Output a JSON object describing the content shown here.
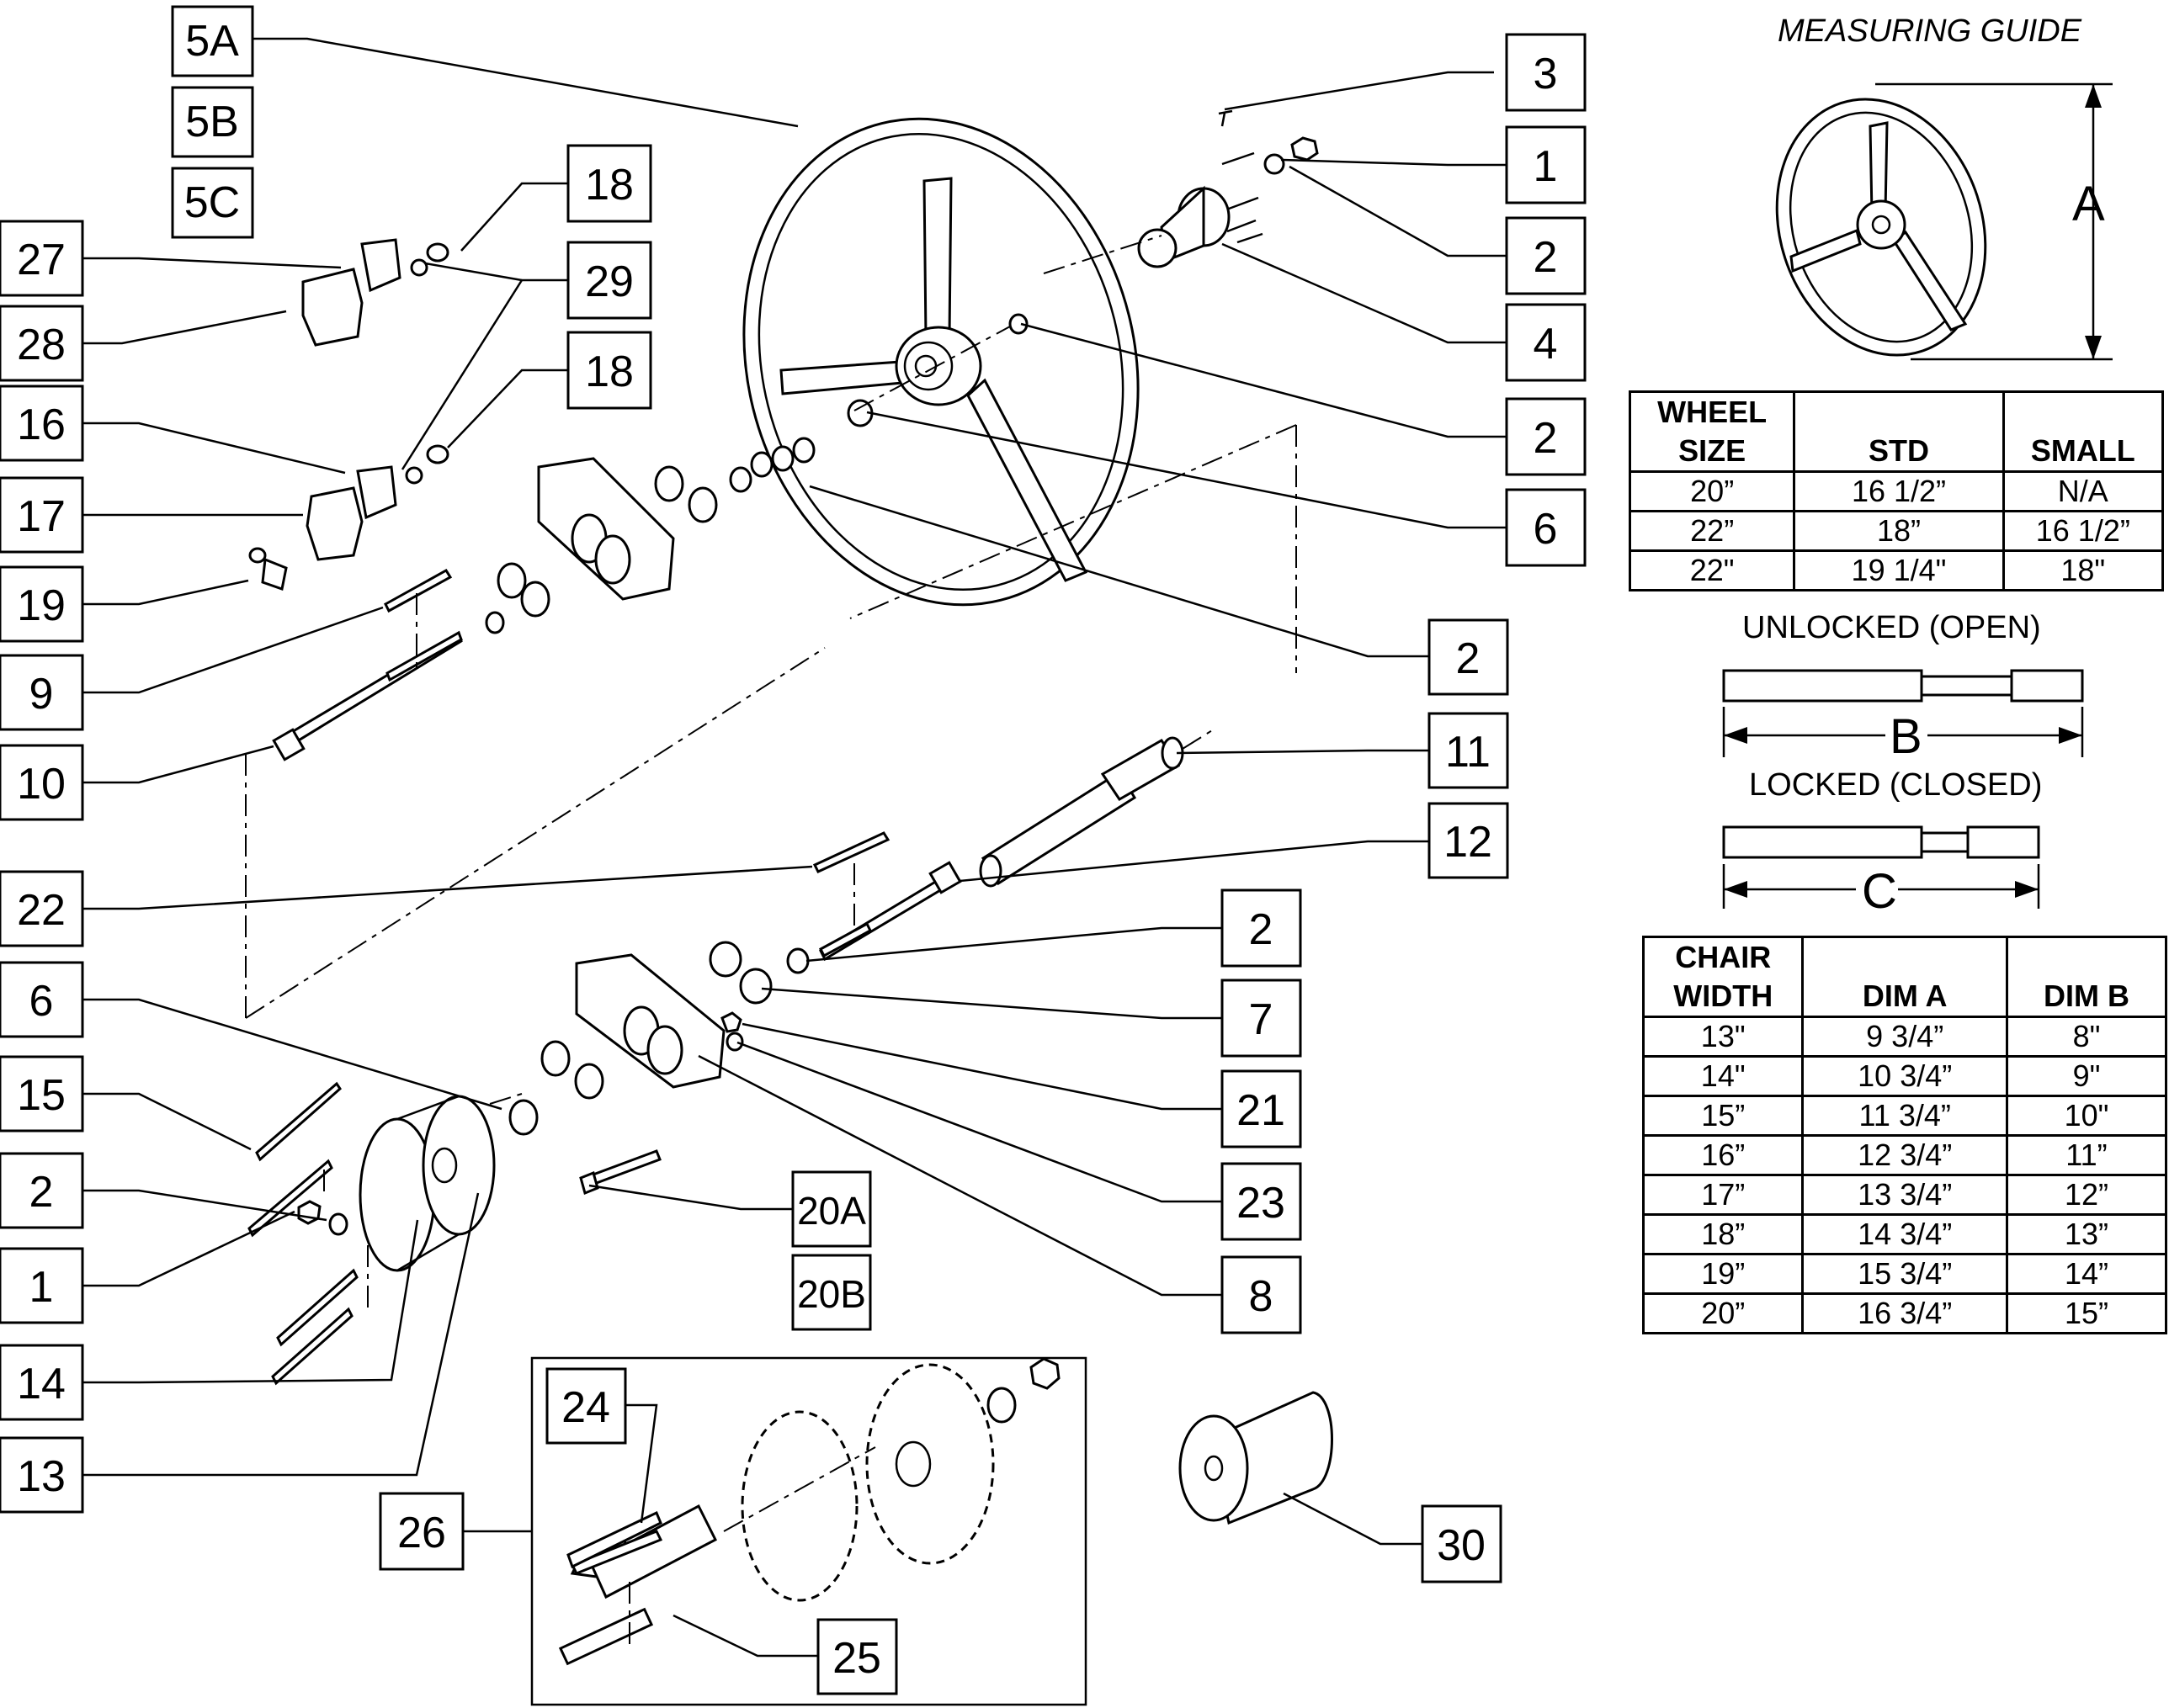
{
  "callouts": {
    "c5A": "5A",
    "c5B": "5B",
    "c5C": "5C",
    "c27": "27",
    "c28": "28",
    "c16": "16",
    "c17": "17",
    "c19": "19",
    "c9": "9",
    "c10": "10",
    "c22": "22",
    "c6_left": "6",
    "c15": "15",
    "c2_left": "2",
    "c1_left": "1",
    "c14": "14",
    "c13": "13",
    "c18_top": "18",
    "c29": "29",
    "c18_mid": "18",
    "c3": "3",
    "c1_right": "1",
    "c2_r1": "2",
    "c4": "4",
    "c2_r2": "2",
    "c6_right": "6",
    "c2_r3": "2",
    "c11": "11",
    "c12": "12",
    "c2_r4": "2",
    "c7": "7",
    "c21": "21",
    "c23": "23",
    "c8": "8",
    "c20A": "20A",
    "c20B": "20B",
    "c24": "24",
    "c25": "25",
    "c26": "26",
    "c30": "30"
  },
  "measuring_guide": {
    "title": "MEASURING GUIDE",
    "dim_a": "A",
    "dim_b": "B",
    "dim_c": "C",
    "unlocked_label": "UNLOCKED (OPEN)",
    "locked_label": "LOCKED (CLOSED)"
  },
  "wheel_table": {
    "headers": [
      "WHEEL SIZE",
      "STD",
      "SMALL"
    ],
    "rows": [
      [
        "20”",
        "16 1/2”",
        "N/A"
      ],
      [
        "22”",
        "18”",
        "16 1/2”"
      ],
      [
        "22\"",
        "19 1/4\"",
        "18\""
      ]
    ]
  },
  "chair_table": {
    "headers": [
      "CHAIR WIDTH",
      "DIM A",
      "DIM B"
    ],
    "rows": [
      [
        "13\"",
        "9 3/4”",
        "8\""
      ],
      [
        "14\"",
        "10 3/4”",
        "9\""
      ],
      [
        "15”",
        "11 3/4”",
        "10\""
      ],
      [
        "16”",
        "12 3/4”",
        "11”"
      ],
      [
        "17”",
        "13 3/4”",
        "12”"
      ],
      [
        "18”",
        "14 3/4”",
        "13”"
      ],
      [
        "19”",
        "15 3/4”",
        "14”"
      ],
      [
        "20”",
        "16 3/4”",
        "15”"
      ]
    ]
  }
}
